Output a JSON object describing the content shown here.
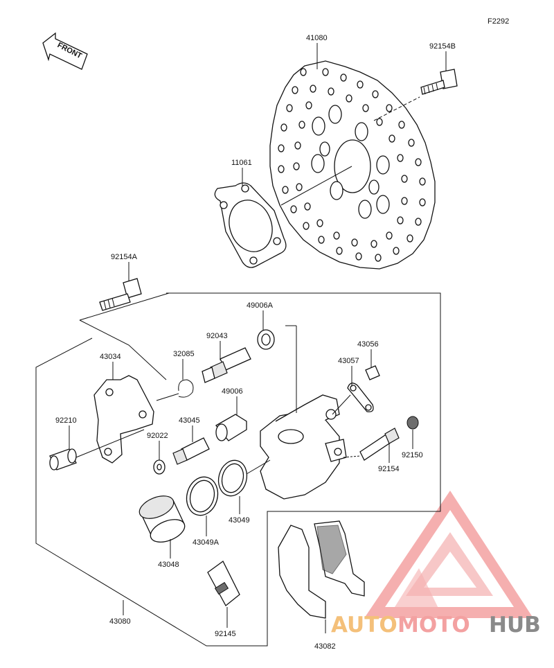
{
  "figure_code": "F2292",
  "front_label": "FRONT",
  "parts": {
    "p41080": "41080",
    "p92154B": "92154B",
    "p11061": "11061",
    "p92154A": "92154A",
    "p49006A": "49006A",
    "p92043": "92043",
    "p43034": "43034",
    "p32085": "32085",
    "p43056": "43056",
    "p43057": "43057",
    "p49006": "49006",
    "p92210": "92210",
    "p43045": "43045",
    "p92022": "92022",
    "p92150": "92150",
    "p92154": "92154",
    "p43049": "43049",
    "p43049A": "43049A",
    "p43048": "43048",
    "p43080": "43080",
    "p92145": "92145",
    "p43082": "43082"
  },
  "watermark": {
    "part1": "AUTO",
    "part2": "MOTO",
    "part3": "HUB"
  },
  "colors": {
    "watermark_red": "#e84a4a",
    "watermark_orange": "#f0a54a",
    "watermark_gray": "#7a7a7a"
  }
}
